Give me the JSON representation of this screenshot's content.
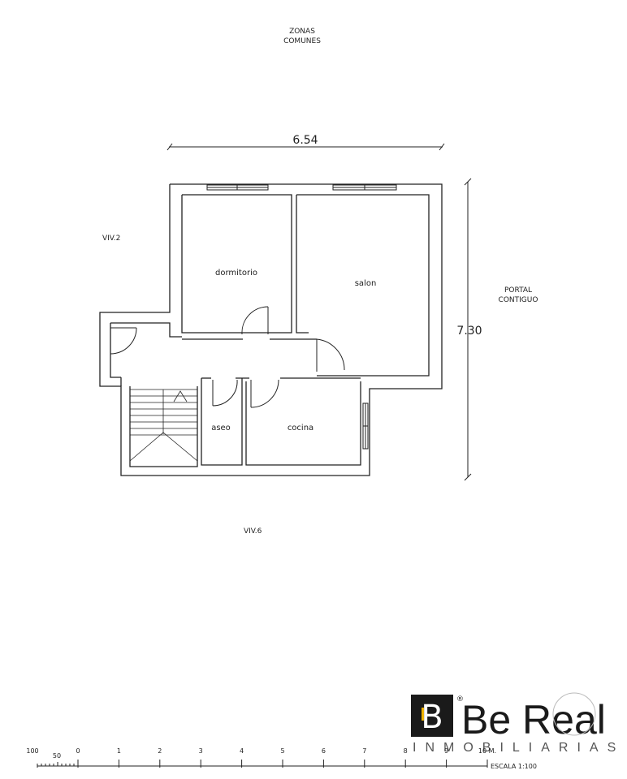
{
  "labels": {
    "zonas_line1": "ZONAS",
    "zonas_line2": "COMUNES",
    "portal_line1": "PORTAL",
    "portal_line2": "CONTIGUO",
    "viv2": "VIV.2",
    "viv6": "VIV.6",
    "width": "6.54",
    "height": "7.30"
  },
  "rooms": {
    "dormitorio": "dormitorio",
    "salon": "salon",
    "aseo": "aseo",
    "cocina": "cocina"
  },
  "scale": {
    "ticks": [
      "100",
      "50",
      "0",
      "1",
      "2",
      "3",
      "4",
      "5",
      "6",
      "7",
      "8",
      "9",
      "10 M."
    ],
    "caption": "ESCALA 1:100"
  },
  "logo": {
    "brand": "Be Real",
    "tagline": "INMOBILIARIAS",
    "registered": "®",
    "mark_letter": "B"
  },
  "colors": {
    "line": "#222222",
    "logo_dark": "#1a1a1a",
    "logo_accent": "#f0b400",
    "tagline": "#555555"
  }
}
